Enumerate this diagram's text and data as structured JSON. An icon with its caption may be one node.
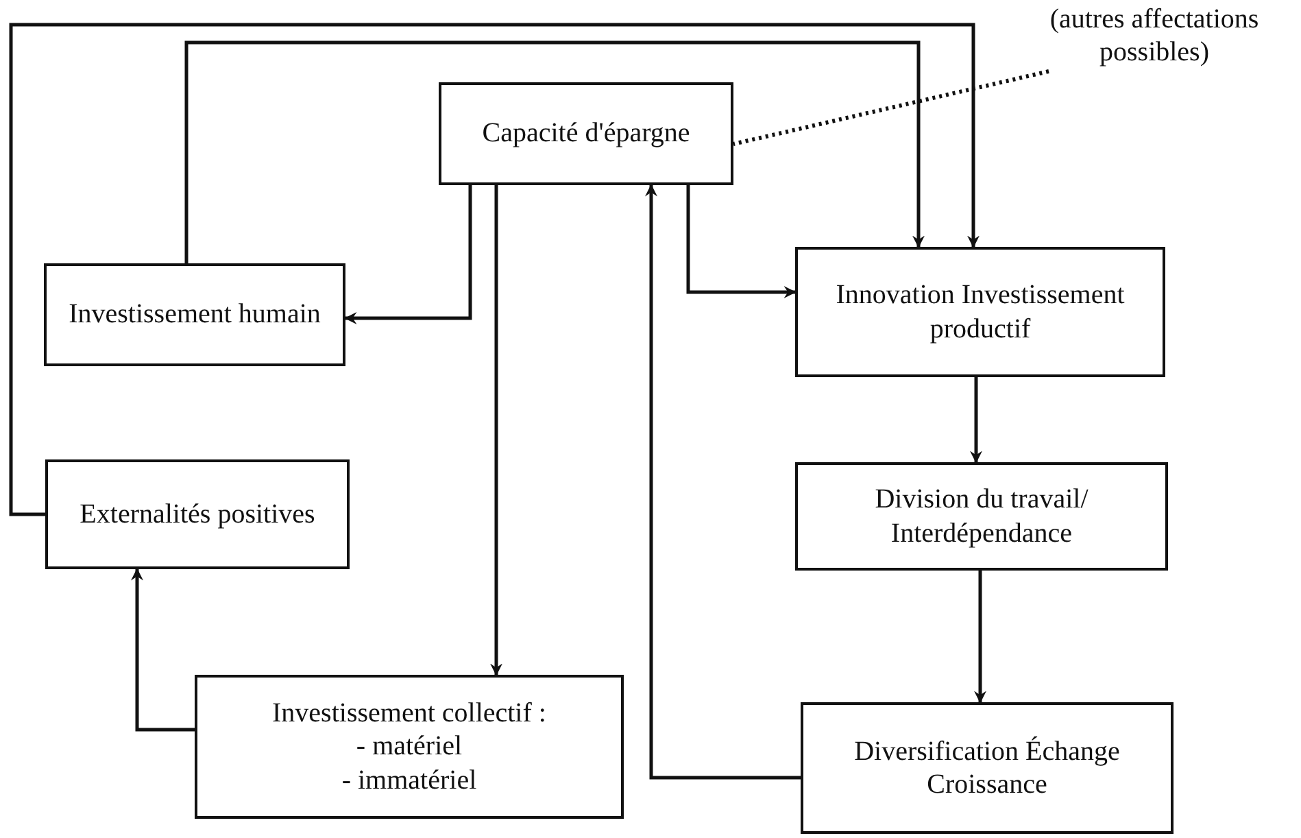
{
  "diagram": {
    "nodes": [
      {
        "text": [
          "Capacité d'épargne"
        ]
      },
      {
        "text": [
          "Investissement humain"
        ]
      },
      {
        "text": [
          "Innovation Investissement productif"
        ]
      },
      {
        "text": [
          "Externalités positives"
        ]
      },
      {
        "text": [
          "Division du travail/ Interdépendance"
        ]
      },
      {
        "text": [
          "Investissement collectif :",
          "- matériel",
          "- immatériel"
        ]
      },
      {
        "text": [
          "Diversification Échange Croissance"
        ]
      },
      {
        "text": [
          "(autres affectations possibles)"
        ]
      }
    ],
    "edges": [
      {
        "from": 0,
        "to": 1,
        "arrow": "to"
      },
      {
        "from": 0,
        "to": 5,
        "arrow": "to"
      },
      {
        "from": 0,
        "to": 2,
        "arrow": "to"
      },
      {
        "from": 6,
        "to": 0,
        "arrow": "to"
      },
      {
        "from": 1,
        "to": 2,
        "arrow": "to"
      },
      {
        "from": 3,
        "to": 2,
        "arrow": "to"
      },
      {
        "from": 2,
        "to": 4,
        "arrow": "to"
      },
      {
        "from": 4,
        "to": 6,
        "arrow": "to"
      },
      {
        "from": 5,
        "to": 3,
        "arrow": "to"
      },
      {
        "from": 7,
        "to": 0,
        "arrow": "none",
        "style": "dashed"
      }
    ]
  }
}
